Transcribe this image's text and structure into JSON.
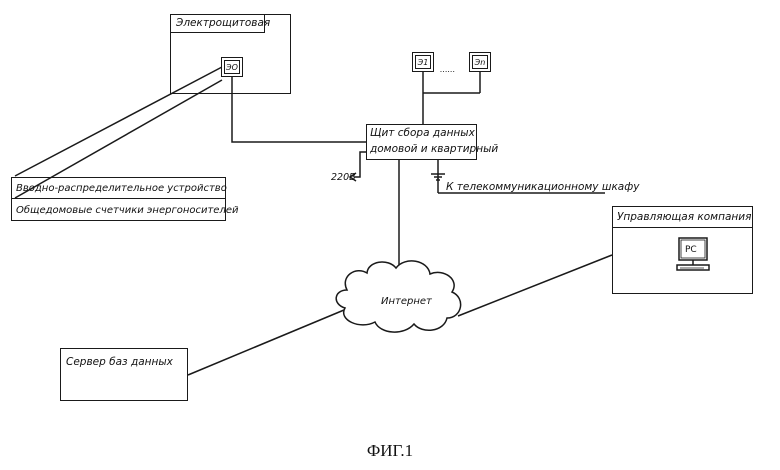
{
  "figure": {
    "caption": "ФИГ.1"
  },
  "electrical_room": {
    "title": "Электрощитовая",
    "meter_label": "ЭО"
  },
  "apartment_meters": {
    "first": "Э1",
    "ellipsis": "......",
    "last": "Эn"
  },
  "collection_panel": {
    "line1": "Щит сбора данных",
    "line2": "домовой и квартирный"
  },
  "power_label": "220В",
  "telecom_label": "К телекоммуникационному шкафу",
  "legend": {
    "row1": "Вводно-распределительное устройство",
    "row2": "Общедомовые счетчики энергоносителей"
  },
  "management_company": {
    "title": "Управляющая компания",
    "pc_label": "PC"
  },
  "internet_label": "Интернет",
  "db_server_label": "Сервер баз данных"
}
